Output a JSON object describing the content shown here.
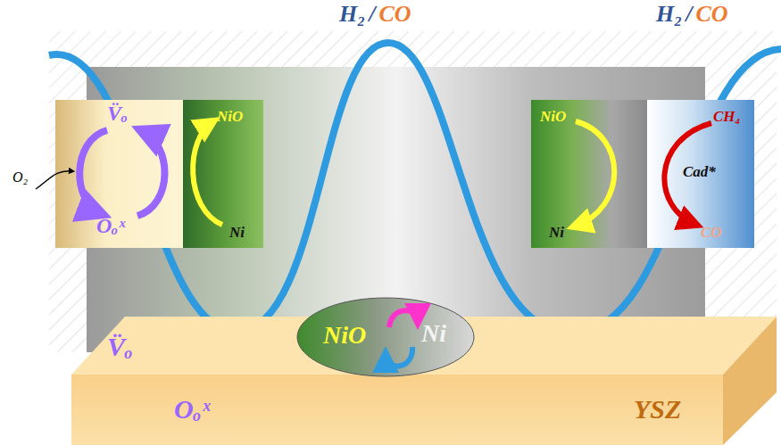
{
  "diagram": {
    "nodes": [
      {
        "text": [
          "V̈ₒ",
          "Oₒˣ"
        ]
      },
      {
        "text": [
          "NiO",
          "Ni"
        ]
      },
      {
        "text": [
          "NiO",
          "Ni"
        ]
      },
      {
        "text": [
          "CH₄",
          "Cad*",
          "CO"
        ]
      },
      {
        "text": [
          "NiO",
          "Ni"
        ]
      },
      {
        "text": [
          "V̈ₒ",
          "Oₒˣ",
          "YSZ"
        ]
      }
    ],
    "labels": [
      "H₂",
      "/",
      "CO",
      "H₂",
      "/",
      "CO",
      "O₂"
    ]
  }
}
